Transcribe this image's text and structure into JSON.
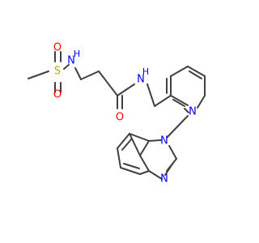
{
  "colors": {
    "background": "#ffffff",
    "bond": "#404040",
    "carbon": "#404040",
    "nitrogen": "#0000ff",
    "oxygen": "#ff0000",
    "sulfur": "#b2b200"
  },
  "atoms": {
    "S": "S",
    "O_s_top": "O",
    "O_s_bottom": "O",
    "NH_sulfonamide": "N",
    "H_sulfonamide": "H",
    "NH_amide": "N",
    "H_amide": "H",
    "O_amide": "O",
    "N_pyridine": "N",
    "N_benzimidazole_1": "N",
    "N_benzimidazole_3": "N"
  }
}
